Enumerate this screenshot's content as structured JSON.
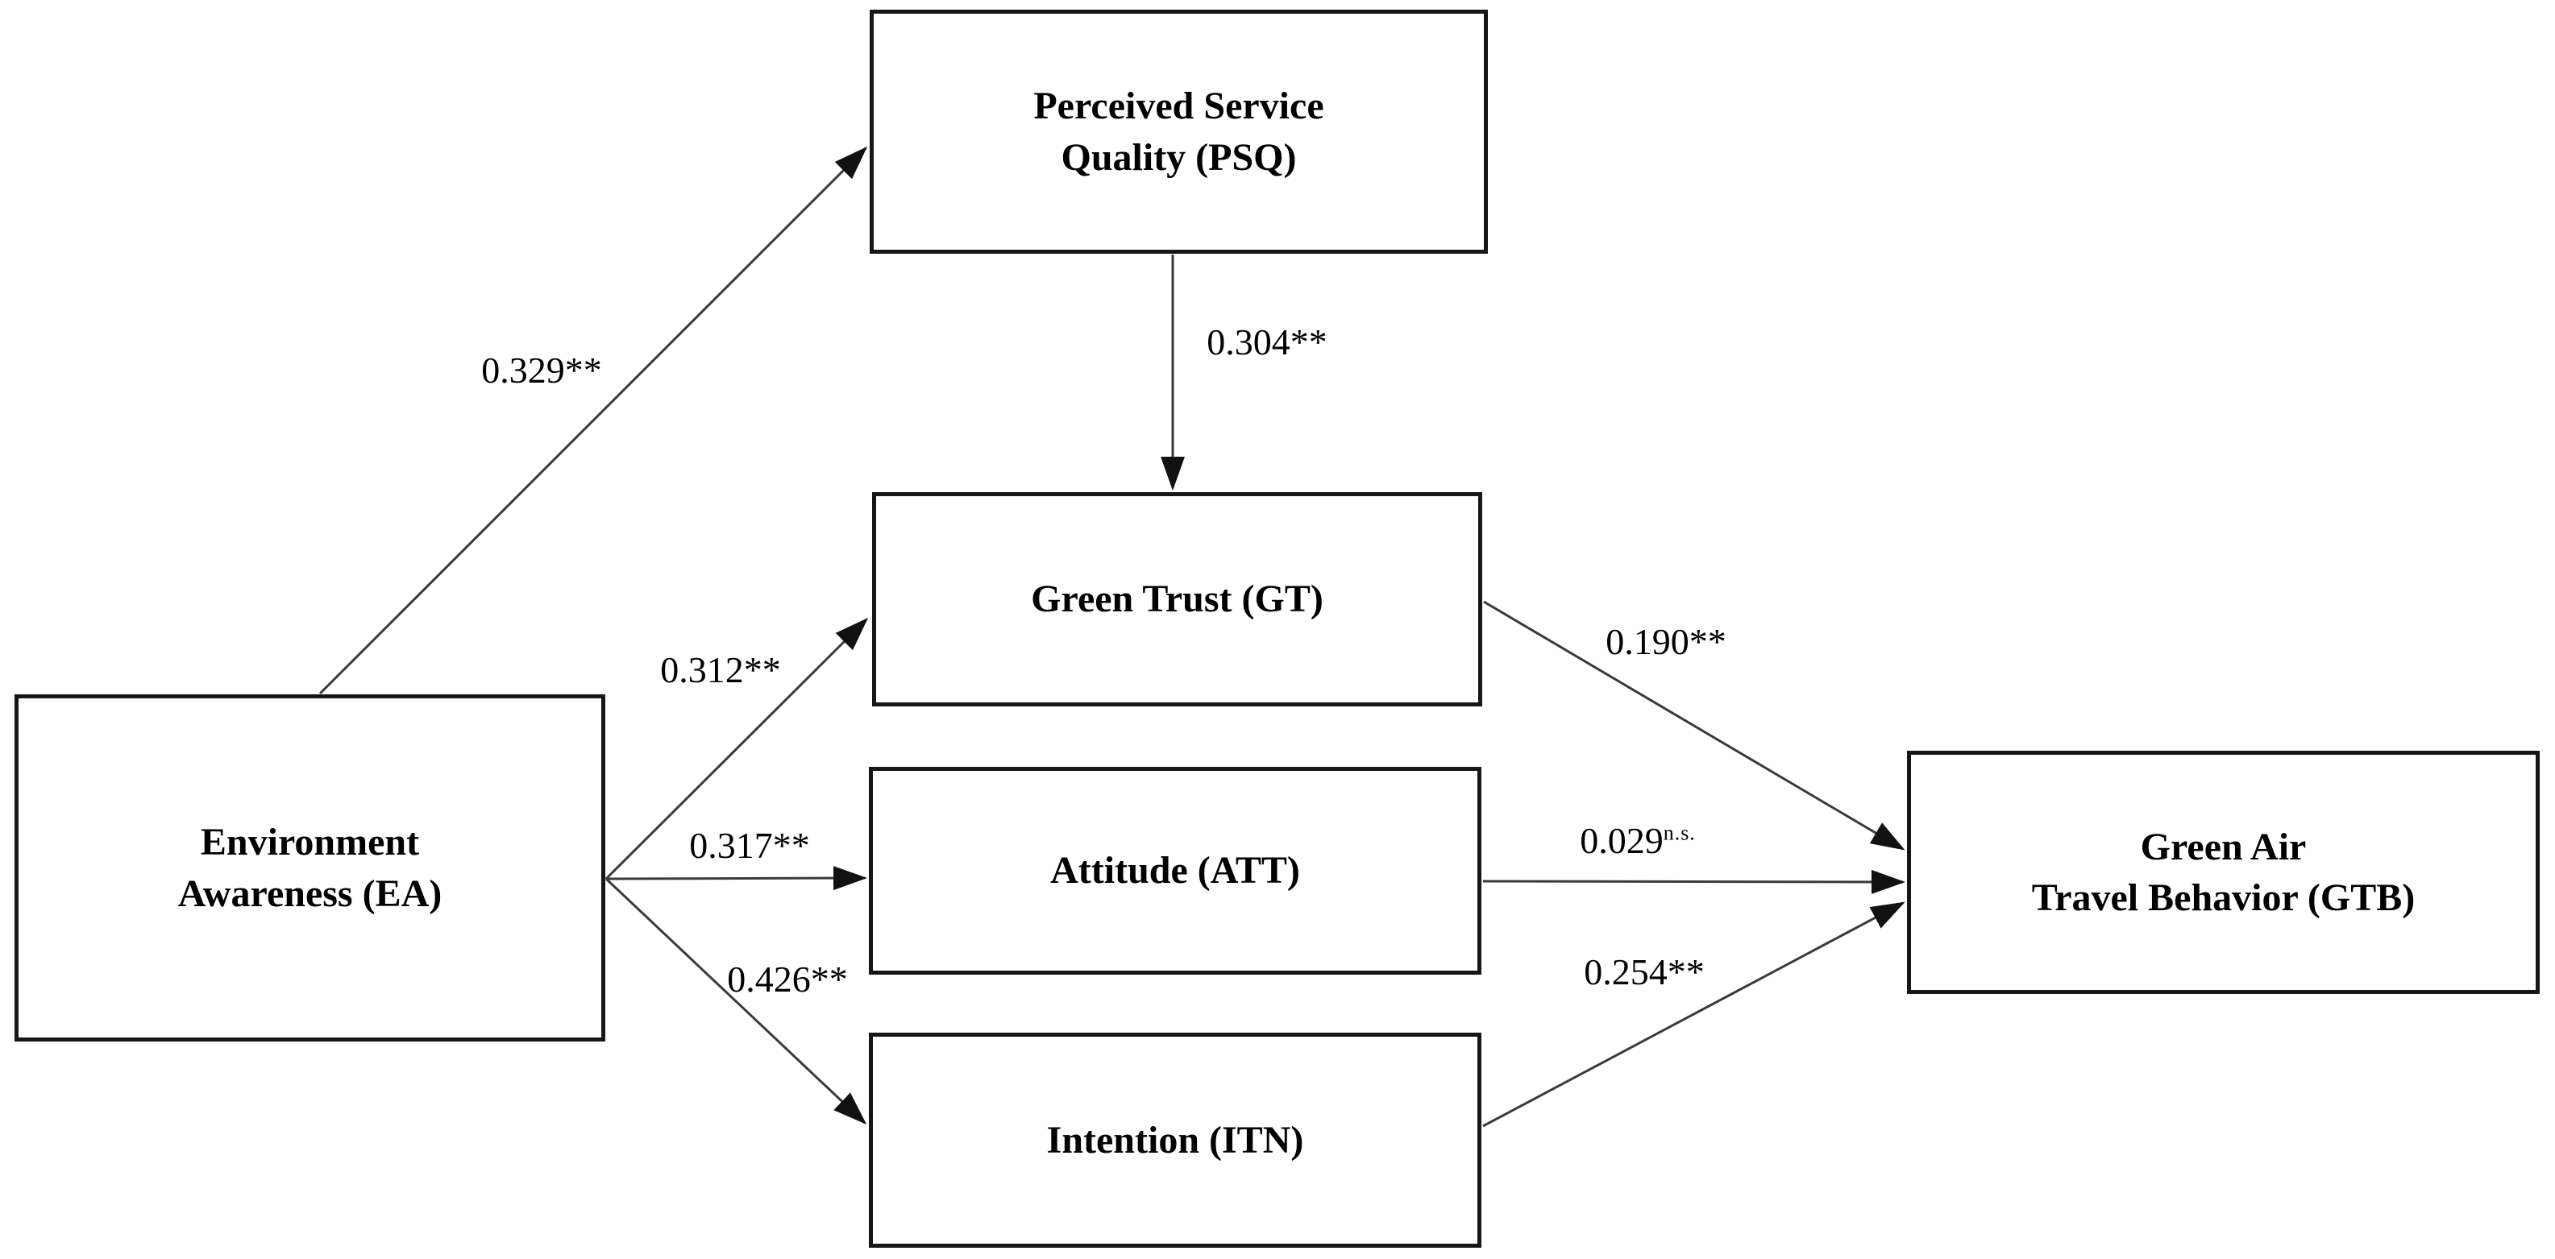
{
  "diagram": {
    "type": "path-model",
    "background_color": "#ffffff",
    "line_color": "#3a3a3a",
    "box_border_color": "#161616",
    "text_color": "#000000"
  },
  "nodes": [
    {
      "id": "EA",
      "label": "Environment\nAwareness (EA)"
    },
    {
      "id": "PSQ",
      "label": "Perceived Service\nQuality (PSQ)"
    },
    {
      "id": "GT",
      "label": "Green Trust (GT)"
    },
    {
      "id": "ATT",
      "label": "Attitude (ATT)"
    },
    {
      "id": "ITN",
      "label": "Intention (ITN)"
    },
    {
      "id": "GTB",
      "label": "Green Air\nTravel Behavior (GTB)"
    }
  ],
  "edges": [
    {
      "from": "EA",
      "to": "PSQ",
      "label": "0.329**"
    },
    {
      "from": "PSQ",
      "to": "GT",
      "label": "0.304**"
    },
    {
      "from": "EA",
      "to": "GT",
      "label": "0.312**"
    },
    {
      "from": "EA",
      "to": "ATT",
      "label": "0.317**"
    },
    {
      "from": "EA",
      "to": "ITN",
      "label": "0.426**"
    },
    {
      "from": "GT",
      "to": "GTB",
      "label": "0.190**"
    },
    {
      "from": "ATT",
      "to": "GTB",
      "label": "0.029",
      "sup": "n.s."
    },
    {
      "from": "ITN",
      "to": "GTB",
      "label": "0.254**"
    }
  ]
}
